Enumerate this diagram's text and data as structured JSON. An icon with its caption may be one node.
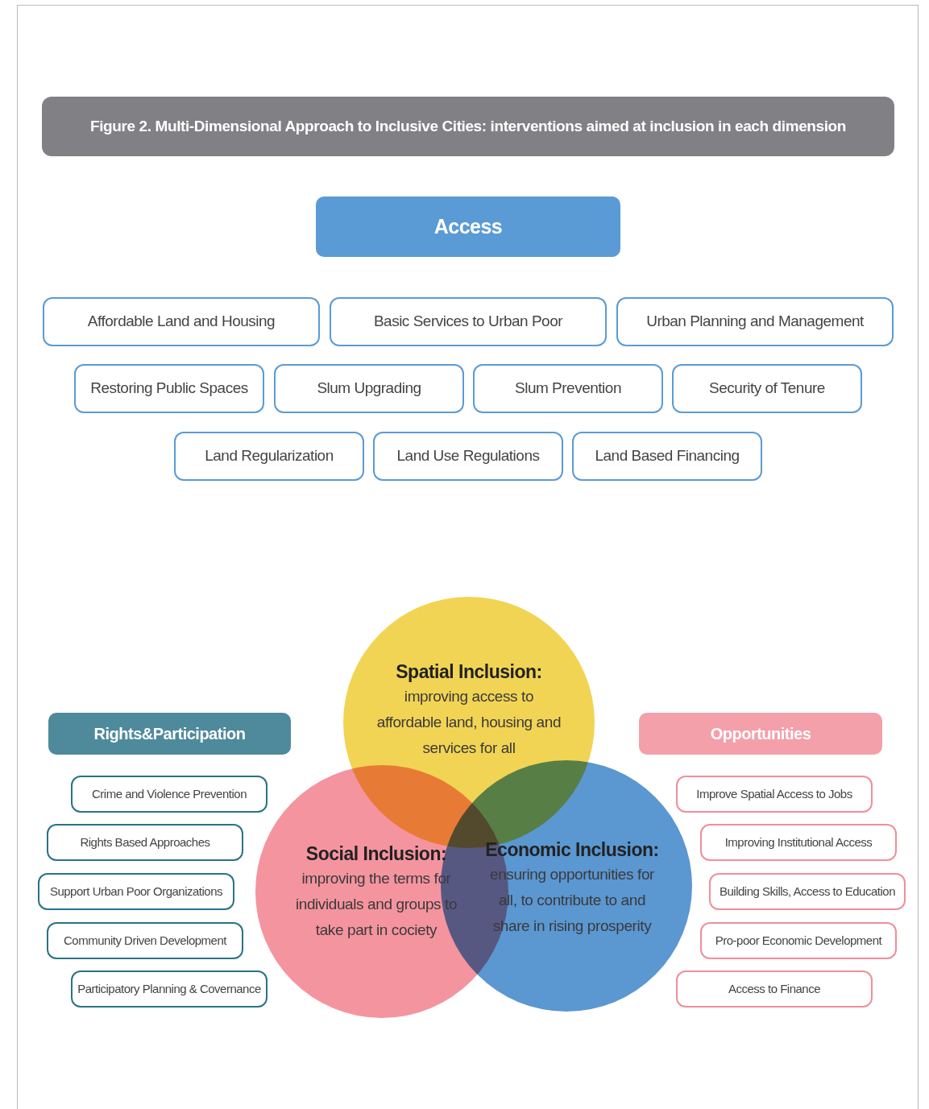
{
  "diagram": {
    "title": "Figure 2. Multi-Dimensional Approach to Inclusive Cities: interventions aimed at inclusion in each dimension",
    "nodes": [
      {
        "text": [
          "Access"
        ]
      },
      {
        "text": [
          "Affordable Land and Housing"
        ]
      },
      {
        "text": [
          "Basic Services to Urban Poor"
        ]
      },
      {
        "text": [
          "Urban Planning and Management"
        ]
      },
      {
        "text": [
          "Restoring Public Spaces"
        ]
      },
      {
        "text": [
          "Slum Upgrading"
        ]
      },
      {
        "text": [
          "Slum Prevention"
        ]
      },
      {
        "text": [
          "Security of Tenure"
        ]
      },
      {
        "text": [
          "Land Regularization"
        ]
      },
      {
        "text": [
          "Land Use Regulations"
        ]
      },
      {
        "text": [
          "Land Based Financing"
        ]
      },
      {
        "text": [
          "Spatial Inclusion:",
          "improving access to affordable land, housing and services for all"
        ]
      },
      {
        "text": [
          "Social Inclusion:",
          "improving the terms for individuals and groups to take part in cociety"
        ]
      },
      {
        "text": [
          "Economic Inclusion:",
          "ensuring opportunities for all, to contribute to and share in rising prosperity"
        ]
      },
      {
        "text": [
          "Rights&Participation"
        ]
      },
      {
        "text": [
          "Crime and Violence Prevention"
        ]
      },
      {
        "text": [
          "Rights Based Approaches"
        ]
      },
      {
        "text": [
          "Support Urban Poor Organizations"
        ]
      },
      {
        "text": [
          "Community Driven Development"
        ]
      },
      {
        "text": [
          "Participatory Planning & Covernance"
        ]
      },
      {
        "text": [
          "Opportunities"
        ]
      },
      {
        "text": [
          "Improve Spatial Access to Jobs"
        ]
      },
      {
        "text": [
          "Improving Institutional Access"
        ]
      },
      {
        "text": [
          "Building Skills, Access to Education"
        ]
      },
      {
        "text": [
          "Pro-poor Economic Development"
        ]
      },
      {
        "text": [
          "Access to Finance"
        ]
      }
    ]
  }
}
